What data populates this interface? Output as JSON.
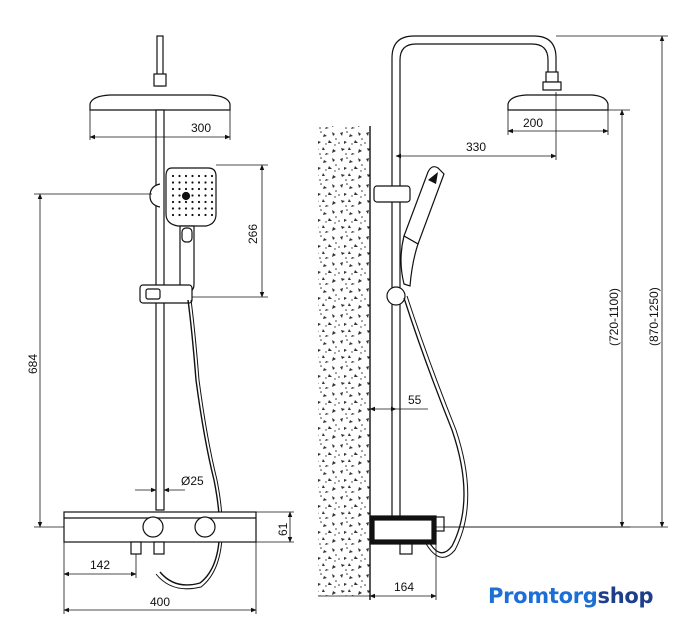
{
  "dimensions": {
    "head_front_width": "300",
    "handshower_height": "266",
    "bar_height": "684",
    "pipe_diameter": "Ø25",
    "valve_height": "61",
    "outlet_offset": "142",
    "valve_width": "400",
    "head_side_width": "200",
    "arm_reach": "330",
    "wall_gap": "55",
    "valve_depth": "164",
    "height_range_1": "(720-1100)",
    "height_range_2": "(870-1250)"
  },
  "brand": {
    "part1": "Promtorg",
    "part2": "shop"
  }
}
